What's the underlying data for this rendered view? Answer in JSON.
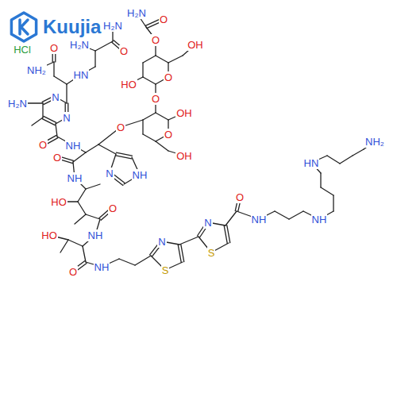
{
  "diagram": {
    "labels": [
      "Kuujia",
      "HCl",
      "H₂N",
      "O",
      "H₂N",
      "O",
      "HN",
      "NH₂",
      "H₂N",
      "N",
      "N",
      "O",
      "NH",
      "O",
      "N",
      "NH",
      "O",
      "NH",
      "HO",
      "O",
      "NH",
      "HO",
      "O",
      "NH",
      "N",
      "S",
      "N",
      "S",
      "O",
      "NH",
      "NH",
      "HN",
      "NH₂",
      "H₂N",
      "O",
      "O",
      "OH",
      "HO",
      "O",
      "O",
      "O",
      "OH",
      "OH"
    ]
  }
}
